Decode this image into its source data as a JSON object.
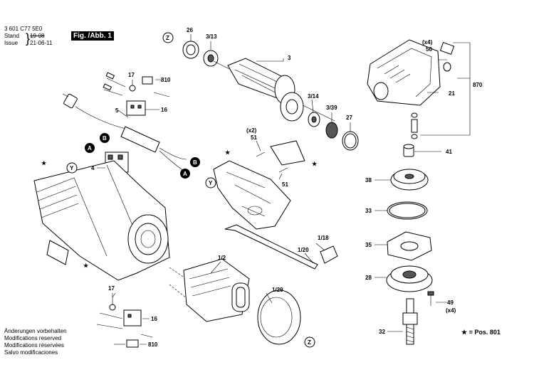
{
  "header": {
    "doc_number": "3 601 C77 5E0",
    "stand_label": "Stand",
    "issue_label": "Issue",
    "stand_value": "19-08",
    "issue_value": "21-06-11",
    "figure_label": "Fig. /Abb. 1"
  },
  "notes": [
    "Änderungen vorbehalten",
    "Modifications reserved",
    "Modifications réservées",
    "Salvo modificaciones"
  ],
  "pos_note": "★ = Pos. 801",
  "callouts": {
    "p26": "26",
    "p3_13": "3/13",
    "p3": "3",
    "p3_14": "3/14",
    "p3_39": "3/39",
    "p27": "27",
    "p50": "50",
    "p50_qty": "(x4)",
    "p870": "870",
    "p21": "21",
    "p41": "41",
    "p38": "38",
    "p33": "33",
    "p35": "35",
    "p28": "28",
    "p49": "49",
    "p49_qty": "(x4)",
    "p32": "32",
    "p17a": "17",
    "p810a": "810",
    "p16a": "16",
    "p5": "5",
    "p4": "4",
    "p51a": "51",
    "p51a_qty": "(x2)",
    "p51b": "51",
    "p1_18": "1/18",
    "p1_20": "1/20",
    "p1_2": "1/2",
    "p1_29": "1/29",
    "p17b": "17",
    "p16b": "16",
    "p810b": "810"
  },
  "markers": {
    "z": "Z",
    "y": "Y",
    "a": "A",
    "b": "B",
    "star": "★"
  }
}
